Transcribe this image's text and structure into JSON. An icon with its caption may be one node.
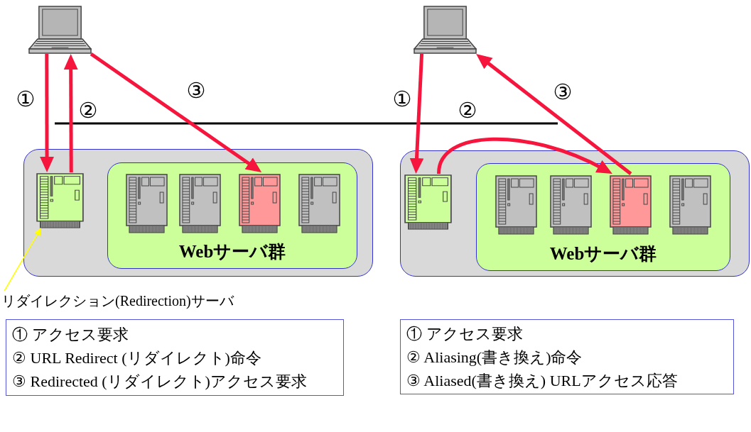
{
  "diagram": {
    "nodes": [
      {
        "text": [],
        "shape": "picture"
      },
      {
        "text": [],
        "shape": "box"
      },
      {
        "text": [],
        "shape": "picture",
        "in": 1
      },
      {
        "text": [
          "Webサーバ群"
        ],
        "in": 1
      },
      {
        "text": [],
        "shape": "picture",
        "in": 3
      },
      {
        "text": [],
        "shape": "picture",
        "in": 3
      },
      {
        "text": [],
        "shape": "picture",
        "in": 3
      },
      {
        "text": [],
        "shape": "picture",
        "in": 3
      },
      {
        "text": [
          "リダイレクション(Redirection)サーバ"
        ]
      },
      {
        "text": [
          "① アクセス要求",
          "② URL Redirect (リダイレクト)命令",
          "③ Redirected (リダイレクト)アクセス要求"
        ]
      },
      {
        "text": [],
        "shape": "picture"
      },
      {
        "text": [],
        "shape": "box"
      },
      {
        "text": [],
        "shape": "picture",
        "in": 11
      },
      {
        "text": [
          "Webサーバ群"
        ],
        "in": 11
      },
      {
        "text": [],
        "shape": "picture",
        "in": 13
      },
      {
        "text": [],
        "shape": "picture",
        "in": 13
      },
      {
        "text": [],
        "shape": "picture",
        "in": 13
      },
      {
        "text": [],
        "shape": "picture",
        "in": 13
      },
      {
        "text": [
          "① アクセス要求",
          "② Aliasing(書き換え)命令",
          "③ Aliased(書き換え) URLアクセス応答"
        ]
      }
    ],
    "edges": [
      {
        "from": 0,
        "to": 2,
        "arrow": "to",
        "label": "①"
      },
      {
        "from": 2,
        "to": 0,
        "arrow": "to",
        "label": "②"
      },
      {
        "from": 0,
        "to": 6,
        "arrow": "to",
        "label": "③"
      },
      {
        "from": 8,
        "to": 2,
        "arrow": "to",
        "color": "#ffff00"
      },
      {
        "from": 10,
        "to": 12,
        "arrow": "to",
        "label": "①"
      },
      {
        "from": 12,
        "to": 16,
        "arrow": "to",
        "label": "②"
      },
      {
        "from": 16,
        "to": 10,
        "arrow": "to",
        "label": "③"
      }
    ]
  }
}
